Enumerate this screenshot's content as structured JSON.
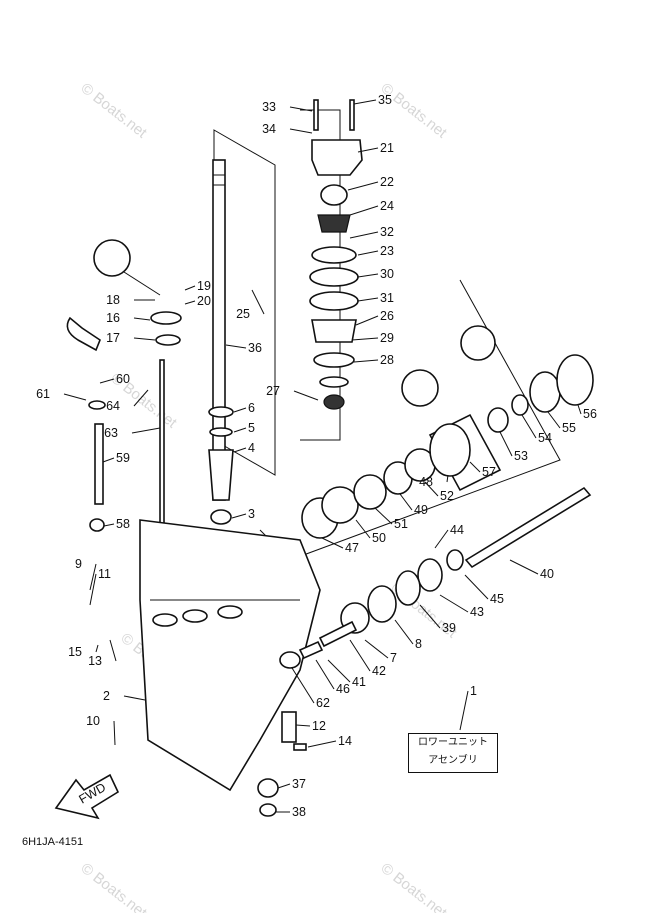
{
  "diagram": {
    "code": "6H1JA-4151",
    "assembly_label_line1": "ロワーユニット",
    "assembly_label_line2": "アセンブリ",
    "fwd_label": "FWD",
    "watermark": "© Boats.net",
    "part_numbers": [
      "1",
      "2",
      "3",
      "4",
      "5",
      "6",
      "7",
      "8",
      "9",
      "10",
      "11",
      "12",
      "13",
      "14",
      "15",
      "16",
      "17",
      "18",
      "19",
      "20",
      "21",
      "22",
      "23",
      "24",
      "25",
      "26",
      "27",
      "28",
      "29",
      "30",
      "31",
      "32",
      "33",
      "34",
      "35",
      "36",
      "37",
      "38",
      "39",
      "40",
      "41",
      "42",
      "43",
      "44",
      "45",
      "46",
      "47",
      "48",
      "49",
      "50",
      "51",
      "52",
      "53",
      "54",
      "55",
      "56",
      "57",
      "58",
      "59",
      "60",
      "61",
      "62",
      "63",
      "64"
    ]
  }
}
